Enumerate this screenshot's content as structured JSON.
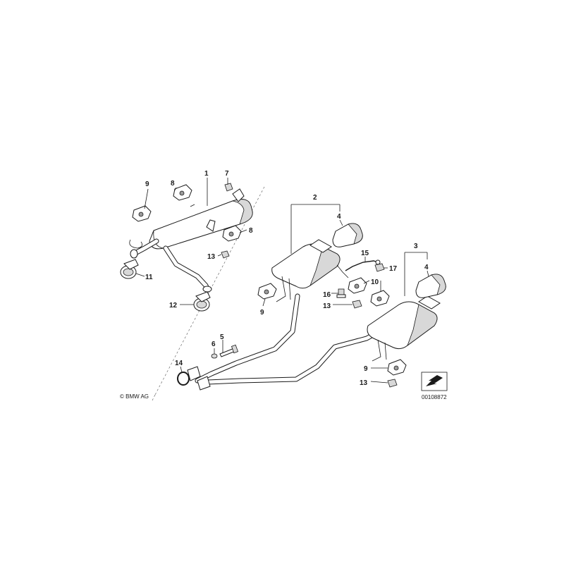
{
  "copyright": "© BMW AG",
  "diagram_number": "00108872",
  "callouts": {
    "c1": "1",
    "c2": "2",
    "c3": "3",
    "c4a": "4",
    "c4b": "4",
    "c5": "5",
    "c6": "6",
    "c7": "7",
    "c8a": "8",
    "c8b": "8",
    "c9a": "9",
    "c9b": "9",
    "c9c": "9",
    "c10": "10",
    "c11": "11",
    "c12": "12",
    "c13a": "13",
    "c13b": "13",
    "c13c": "13",
    "c14": "14",
    "c15": "15",
    "c16": "16",
    "c17": "17"
  }
}
